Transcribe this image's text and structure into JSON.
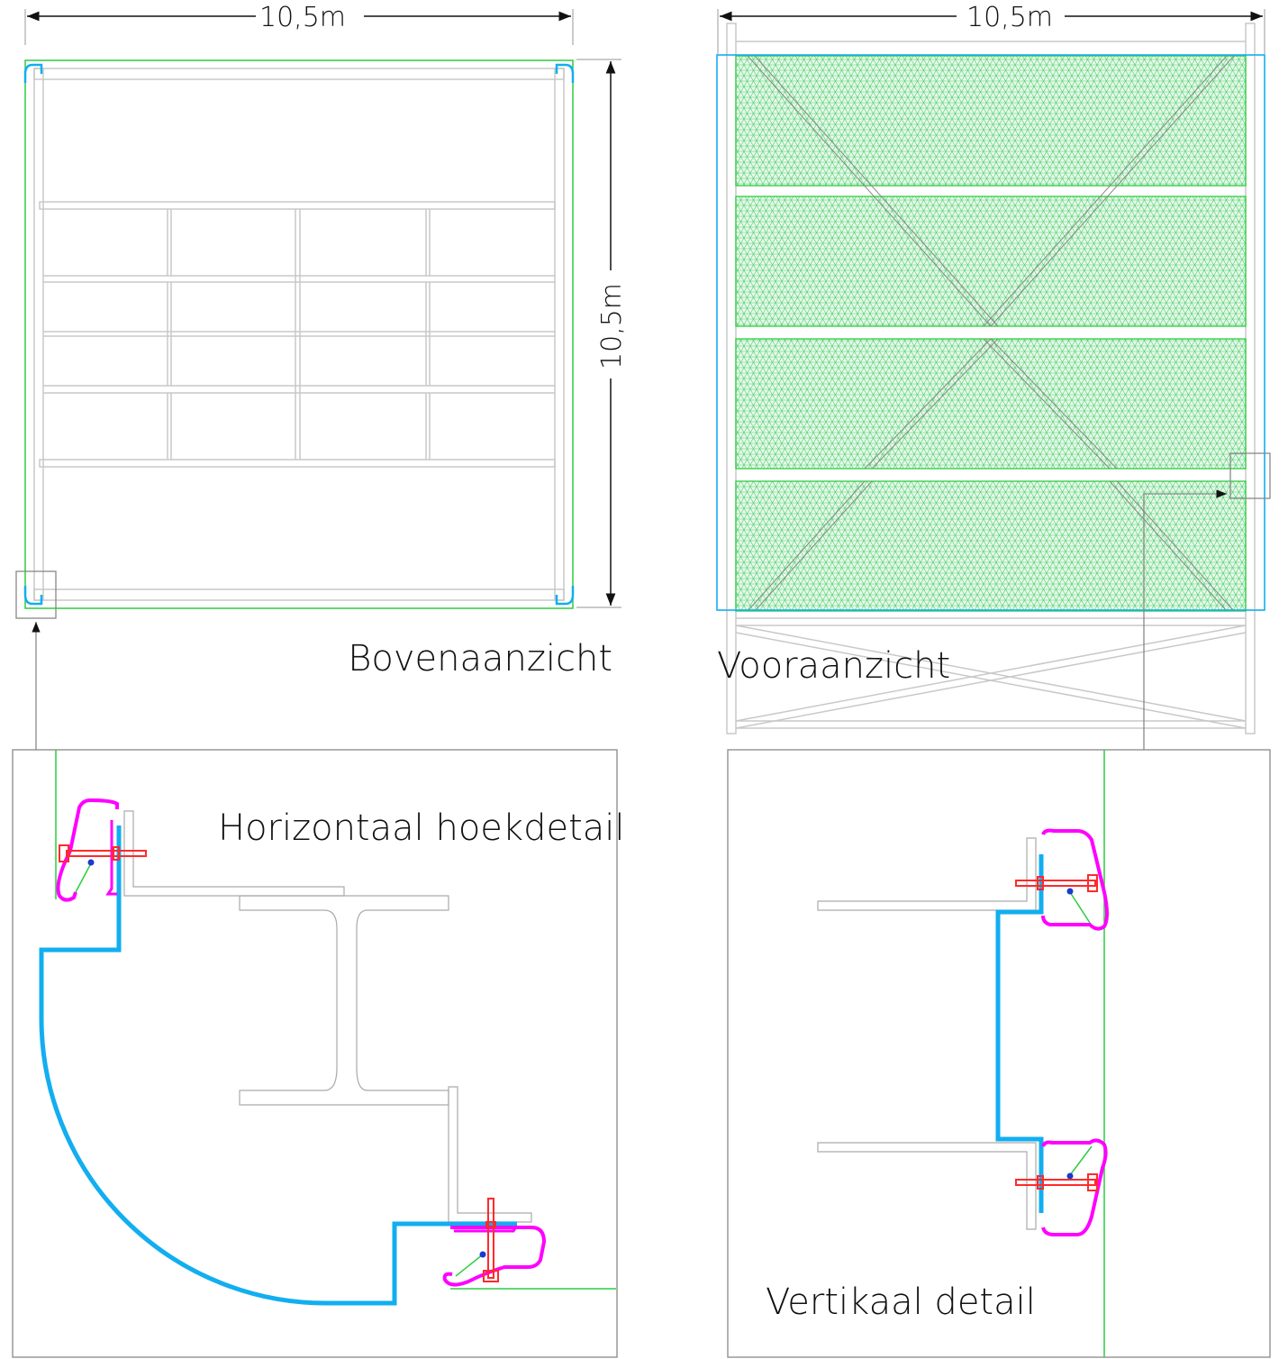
{
  "top_view": {
    "title": "Bovenaanzicht",
    "width_dim": "10,5m",
    "height_dim": "10,5m"
  },
  "front_view": {
    "title": "Vooraanzicht",
    "width_dim": "10,5m"
  },
  "detail_horizontal": {
    "title": "Horizontaal hoekdetail"
  },
  "detail_vertical": {
    "title": "Vertikaal detail"
  },
  "colors": {
    "membrane": "#2ecc40",
    "profile": "#12aef0",
    "clamp": "#ff00ff",
    "bolt": "#ff2a2a",
    "steel": "#c8c8c8"
  },
  "icons": [
    "dimension-arrow-icon",
    "reference-arrow-icon",
    "bolt-icon",
    "clamp-profile-icon"
  ]
}
